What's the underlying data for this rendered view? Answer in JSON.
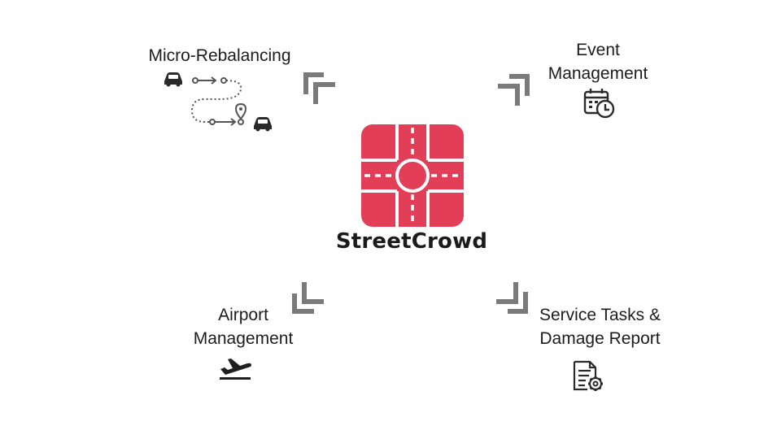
{
  "brand": {
    "name": "StreetCrowd",
    "logo_color": "#e23e57"
  },
  "features": {
    "micro_rebalancing": {
      "label": "Micro-Rebalancing",
      "icon": "car-route-icon"
    },
    "event_management": {
      "line1": "Event",
      "line2": "Management",
      "icon": "calendar-clock-icon"
    },
    "airport_management": {
      "line1": "Airport",
      "line2": "Management",
      "icon": "airplane-takeoff-icon"
    },
    "service_tasks": {
      "line1": "Service Tasks &",
      "line2": "Damage Report",
      "icon": "document-gear-icon"
    }
  },
  "colors": {
    "arrow": "#7a7a7a",
    "icon": "#2a2a2a"
  }
}
